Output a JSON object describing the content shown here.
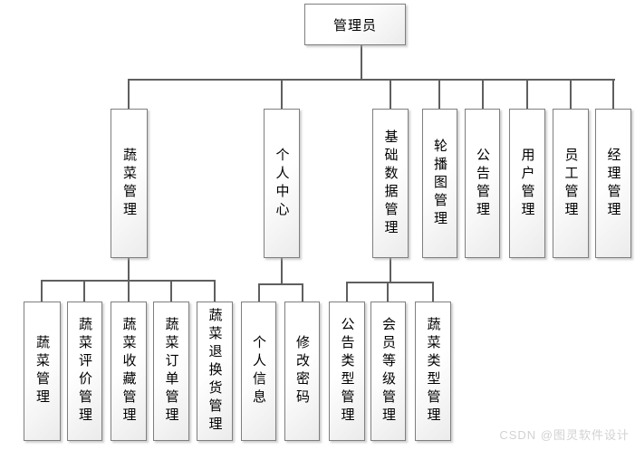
{
  "diagram": {
    "root": {
      "label": "管理员"
    },
    "branches": [
      {
        "label": "蔬菜管理",
        "children": [
          {
            "label": "蔬菜管理"
          },
          {
            "label": "蔬菜评价管理"
          },
          {
            "label": "蔬菜收藏管理"
          },
          {
            "label": "蔬菜订单管理"
          },
          {
            "label": "蔬菜退换货管理"
          }
        ]
      },
      {
        "label": "个人中心",
        "children": [
          {
            "label": "个人信息"
          },
          {
            "label": "修改密码"
          }
        ]
      },
      {
        "label": "基础数据管理",
        "children": [
          {
            "label": "公告类型管理"
          },
          {
            "label": "会员等级管理"
          },
          {
            "label": "蔬菜类型管理"
          }
        ]
      },
      {
        "label": "轮播图管理",
        "children": []
      },
      {
        "label": "公告管理",
        "children": []
      },
      {
        "label": "用户管理",
        "children": []
      },
      {
        "label": "员工管理",
        "children": []
      },
      {
        "label": "经理管理",
        "children": []
      }
    ]
  },
  "watermark": {
    "text": "CSDN @图灵软件设计"
  },
  "colors": {
    "box_border": "#7f7f7f",
    "box_fill_top": "#ffffff",
    "box_fill_bottom": "#ebebeb",
    "connector_line": "#5f5f5f",
    "text": "#000000",
    "watermark": "#d2d2d2"
  }
}
